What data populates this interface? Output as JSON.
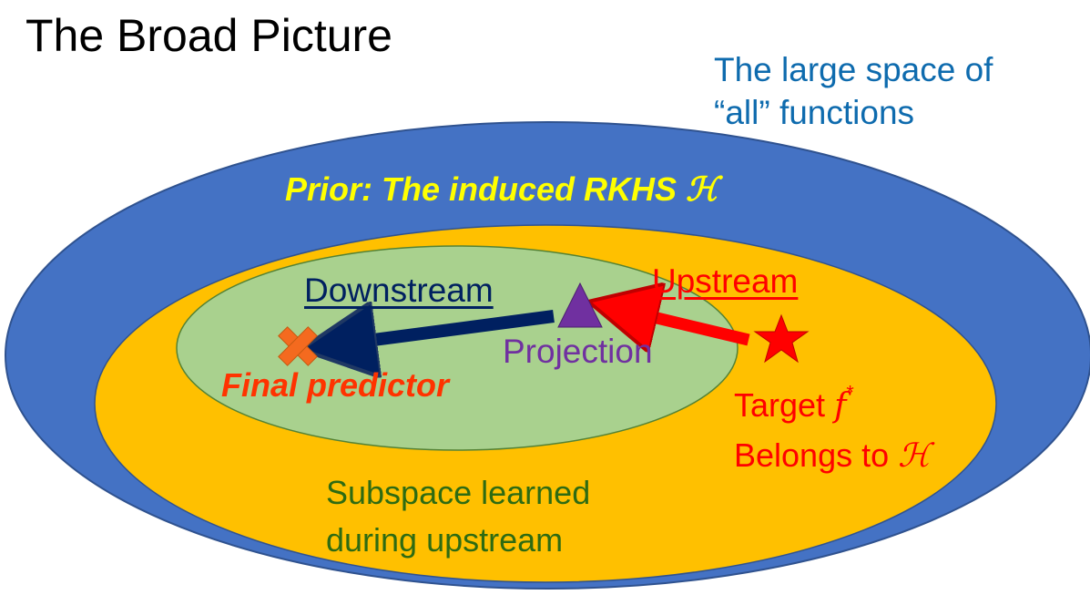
{
  "title": "The Broad Picture",
  "outer_caption": {
    "line1": "The large space of",
    "line2": "“all” functions"
  },
  "prior_label": {
    "text": "Prior: The induced RKHS ",
    "symbol": "ℋ"
  },
  "downstream_label": "Downstream",
  "upstream_label": "Upstream",
  "projection_label": "Projection",
  "final_predictor_label": "Final predictor",
  "target_label": {
    "line1_text": "Target ",
    "line1_symbol": "f",
    "line1_sup": "*",
    "line2_text": "Belongs to ",
    "line2_symbol": "ℋ"
  },
  "subspace_label": {
    "line1": "Subspace learned",
    "line2": "during upstream"
  },
  "colors": {
    "outer_ellipse": "#4472C4",
    "middle_ellipse": "#FFC000",
    "inner_ellipse": "#A9D18E",
    "outer_caption": "#0E6BAE",
    "prior_label": "#FFFF00",
    "downstream": "#002060",
    "upstream": "#FF0000",
    "projection": "#7030A0",
    "final_predictor": "#FF3300",
    "cross_marker": "#F46A1F",
    "star_marker": "#FF0000",
    "target": "#FF0000",
    "subspace": "#2E6B12"
  },
  "icons": {
    "final_predictor_marker": "cross-icon",
    "projection_marker": "triangle-icon",
    "target_marker": "star-icon"
  }
}
